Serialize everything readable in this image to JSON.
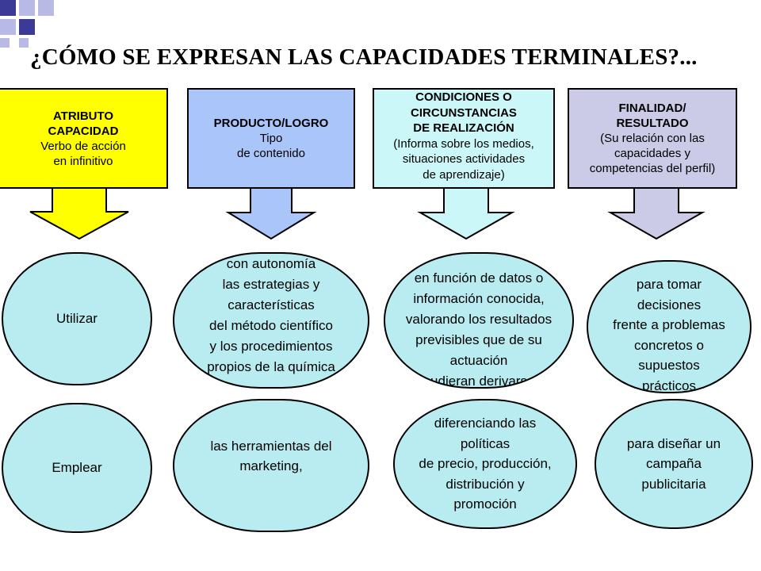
{
  "colors": {
    "yellow": "#ffff00",
    "blue": "#a9c5f9",
    "cyan": "#ccf7f8",
    "lavender": "#cbcbe8",
    "bubble": "#b9ecf1",
    "deco_dark": "#3b3b97",
    "deco_light": "#b9b9e6"
  },
  "title": "¿CÓMO SE EXPRESAN  LAS CAPACIDADES TERMINALES?...",
  "headers": [
    {
      "lines": [
        {
          "text": "ATRIBUTO",
          "bold": true
        },
        {
          "text": "CAPACIDAD",
          "bold": true
        },
        {
          "text": "Verbo de acción",
          "bold": false
        },
        {
          "text": "en infinitivo",
          "bold": false
        }
      ]
    },
    {
      "lines": [
        {
          "text": "PRODUCTO/LOGRO",
          "bold": true
        },
        {
          "text": "Tipo",
          "bold": false
        },
        {
          "text": "de contenido",
          "bold": false
        }
      ]
    },
    {
      "lines": [
        {
          "text": "CONDICIONES O",
          "bold": true
        },
        {
          "text": "CIRCUNSTANCIAS",
          "bold": true
        },
        {
          "text": "DE REALIZACIÓN",
          "bold": true
        },
        {
          "text": "(Informa sobre los medios,",
          "bold": false
        },
        {
          "text": "situaciones actividades",
          "bold": false
        },
        {
          "text": "de aprendizaje)",
          "bold": false
        }
      ]
    },
    {
      "lines": [
        {
          "text": "FINALIDAD/",
          "bold": true
        },
        {
          "text": "RESULTADO",
          "bold": true
        },
        {
          "text": "(Su relación con las",
          "bold": false
        },
        {
          "text": "capacidades y",
          "bold": false
        },
        {
          "text": "competencias del perfil)",
          "bold": false
        }
      ]
    }
  ],
  "rows": [
    [
      {
        "lines": [
          "Utilizar"
        ]
      },
      {
        "lines": [
          "con autonomía",
          "las estrategias y",
          "características",
          "del método científico",
          "y los procedimientos",
          "propios  de la química"
        ]
      },
      {
        "lines": [
          "en función de datos o",
          "información conocida,",
          "valorando los resultados",
          "previsibles que de su",
          "actuación",
          "pudieran derivarse"
        ]
      },
      {
        "lines": [
          "para tomar",
          "decisiones",
          "frente a problemas",
          "concretos o",
          "supuestos",
          "prácticos"
        ]
      }
    ],
    [
      {
        "lines": [
          "Emplear"
        ]
      },
      {
        "lines": [
          "las herramientas del",
          "marketing,"
        ]
      },
      {
        "lines": [
          "diferenciando las",
          "políticas",
          "de precio, producción,",
          "distribución y",
          "promoción"
        ]
      },
      {
        "lines": [
          "para diseñar un",
          "campaña",
          "publicitaria"
        ]
      }
    ]
  ]
}
